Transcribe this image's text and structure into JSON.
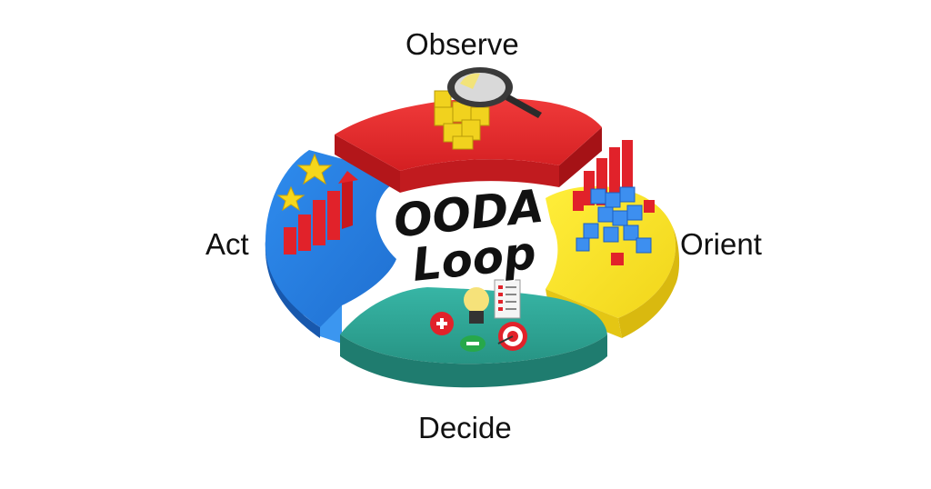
{
  "diagram": {
    "title_line1": "OODA",
    "title_line2": "Loop",
    "segments": [
      {
        "id": "observe",
        "label": "Observe",
        "color": "#e02b2b",
        "icon": "magnifier-cubes-icon"
      },
      {
        "id": "orient",
        "label": "Orient",
        "color": "#f4e01c",
        "icon": "cubes-bar-chart-icon"
      },
      {
        "id": "decide",
        "label": "Decide",
        "color": "#2aa193",
        "icon": "lightbulb-target-icon"
      },
      {
        "id": "act",
        "label": "Act",
        "color": "#2b86e4",
        "icon": "growth-chart-stars-icon"
      }
    ]
  }
}
